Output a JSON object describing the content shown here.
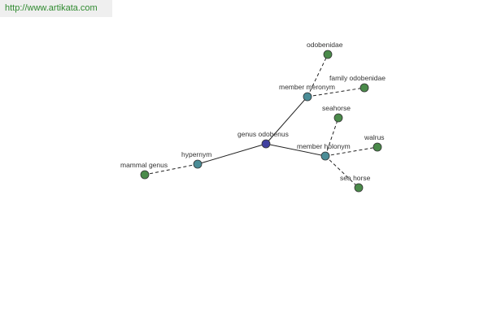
{
  "header": {
    "url_text": "http://www.artikata.com",
    "url_color": "#2f8a2f"
  },
  "colors": {
    "center": "#4040a0",
    "relation": "#4a8c96",
    "leaf": "#4a8a4a"
  },
  "graph": {
    "nodes": [
      {
        "id": "genus-odobenus",
        "label": "genus odobenus",
        "kind": "center"
      },
      {
        "id": "hypernym",
        "label": "hypernym",
        "kind": "relation"
      },
      {
        "id": "mammal-genus",
        "label": "mammal genus",
        "kind": "leaf"
      },
      {
        "id": "member-meronym",
        "label": "member meronym",
        "kind": "relation"
      },
      {
        "id": "odobenidae",
        "label": "odobenidae",
        "kind": "leaf"
      },
      {
        "id": "family-odobenidae",
        "label": "family odobenidae",
        "kind": "leaf"
      },
      {
        "id": "member-holonym",
        "label": "member holonym",
        "kind": "relation"
      },
      {
        "id": "seahorse",
        "label": "seahorse",
        "kind": "leaf"
      },
      {
        "id": "walrus",
        "label": "walrus",
        "kind": "leaf"
      },
      {
        "id": "sea-horse",
        "label": "sea horse",
        "kind": "leaf"
      }
    ],
    "edges": [
      {
        "from": "genus-odobenus",
        "to": "hypernym",
        "style": "solid"
      },
      {
        "from": "genus-odobenus",
        "to": "member-meronym",
        "style": "solid"
      },
      {
        "from": "genus-odobenus",
        "to": "member-holonym",
        "style": "solid"
      },
      {
        "from": "hypernym",
        "to": "mammal-genus",
        "style": "dashed"
      },
      {
        "from": "member-meronym",
        "to": "odobenidae",
        "style": "dashed"
      },
      {
        "from": "member-meronym",
        "to": "family-odobenidae",
        "style": "dashed"
      },
      {
        "from": "member-holonym",
        "to": "seahorse",
        "style": "dashed"
      },
      {
        "from": "member-holonym",
        "to": "walrus",
        "style": "dashed"
      },
      {
        "from": "member-holonym",
        "to": "sea-horse",
        "style": "dashed"
      }
    ]
  }
}
